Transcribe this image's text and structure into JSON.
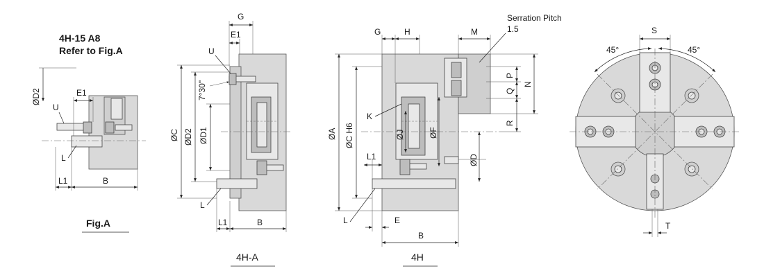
{
  "figA": {
    "title_line1": "4H-15 A8",
    "title_line2": "Refer to Fig.A",
    "caption": "Fig.A",
    "labels": {
      "d2": "ØD2",
      "e1": "E1",
      "u": "U",
      "l": "L",
      "l1": "L1",
      "b": "B"
    }
  },
  "fig4HA": {
    "caption": "4H-A",
    "labels": {
      "g": "G",
      "e1": "E1",
      "u": "U",
      "angle": "7°30\"",
      "c": "ØC",
      "d2": "ØD2",
      "d1": "ØD1",
      "l": "L",
      "l1": "L1",
      "b": "B"
    }
  },
  "fig4H": {
    "caption": "4H",
    "serration_title": "Serration Pitch",
    "serration_value": "1.5",
    "labels": {
      "g": "G",
      "h": "H",
      "m": "M",
      "a": "ØA",
      "c_h6": "ØC H6",
      "k": "K",
      "j": "ØJ",
      "f": "ØF",
      "d": "ØD",
      "l1": "L1",
      "l": "L",
      "e": "E",
      "b": "B",
      "p": "P",
      "q": "Q",
      "n": "N",
      "r": "R"
    }
  },
  "front": {
    "labels": {
      "s": "S",
      "angle_left": "45°",
      "angle_right": "45°",
      "t": "T"
    }
  }
}
